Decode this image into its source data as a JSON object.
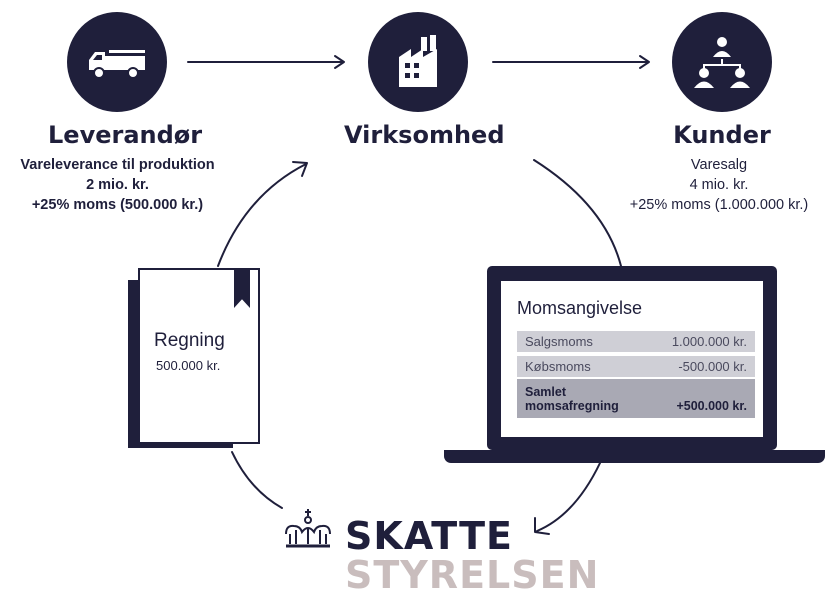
{
  "colors": {
    "navy": "#1f1f3b",
    "row_grey": "#cfcfd6",
    "total_grey": "#a9a9b4",
    "logo_secondary": "#c9bdbd"
  },
  "nodes": {
    "supplier": {
      "icon": "truck-icon",
      "title": "Leverandør",
      "lines": [
        "Vareleverance til produktion",
        "2 mio. kr.",
        "+25% moms (500.000 kr.)"
      ]
    },
    "company": {
      "icon": "factory-icon",
      "title": "Virksomhed"
    },
    "customers": {
      "icon": "people-network-icon",
      "title": "Kunder",
      "lines": [
        "Varesalg",
        "4 mio. kr.",
        "+25% moms (1.000.000 kr.)"
      ]
    }
  },
  "invoice": {
    "icon": "invoice-document-icon",
    "title": "Regning",
    "amount": "500.000 kr."
  },
  "vat_return": {
    "icon": "laptop-icon",
    "title": "Momsangivelse",
    "rows": [
      {
        "label": "Salgsmoms",
        "value": "1.000.000 kr."
      },
      {
        "label": "Købsmoms",
        "value": "-500.000 kr."
      }
    ],
    "total": {
      "label": "Samlet momsafregning",
      "value": "+500.000 kr."
    }
  },
  "logo": {
    "icon": "crown-icon",
    "line1": "SKATTE",
    "line2": "STYRELSEN"
  }
}
